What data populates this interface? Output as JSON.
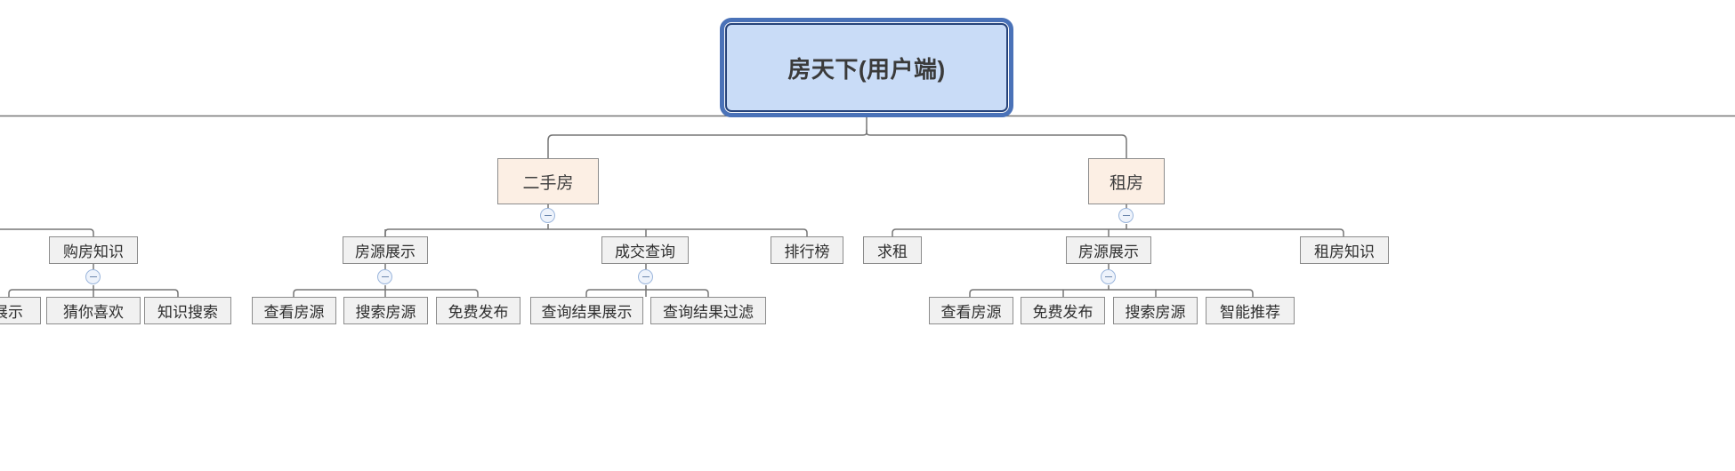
{
  "diagram": {
    "type": "tree-mindmap",
    "title_node": "房天下(用户端)",
    "colors": {
      "root_fill": "#c9dcf7",
      "root_border": "#26437a",
      "root_ring": "#4a72b8",
      "category_fill": "#fcefe4",
      "node_fill": "#f1f1f1",
      "node_border": "#8c8c8c",
      "connector": "#767676",
      "toggle_border": "#9bb6dc",
      "toggle_fill": "#eef3fb"
    },
    "root": {
      "label": "房天下(用户端)"
    },
    "categories": [
      {
        "label": "二手房"
      },
      {
        "label": "租房"
      }
    ],
    "level2": [
      {
        "label": "购房知识"
      },
      {
        "label": "房源展示"
      },
      {
        "label": "成交查询"
      },
      {
        "label": "排行榜"
      },
      {
        "label": "求租"
      },
      {
        "label": "房源展示"
      },
      {
        "label": "租房知识"
      }
    ],
    "leaves": [
      {
        "label": "展示"
      },
      {
        "label": "猜你喜欢"
      },
      {
        "label": "知识搜索"
      },
      {
        "label": "查看房源"
      },
      {
        "label": "搜索房源"
      },
      {
        "label": "免费发布"
      },
      {
        "label": "查询结果展示"
      },
      {
        "label": "查询结果过滤"
      },
      {
        "label": "查看房源"
      },
      {
        "label": "免费发布"
      },
      {
        "label": "搜索房源"
      },
      {
        "label": "智能推荐"
      }
    ],
    "toggles": [
      {
        "name": "toggle-ershoufang",
        "state": "expanded",
        "glyph": "minus"
      },
      {
        "name": "toggle-zufang",
        "state": "expanded",
        "glyph": "minus"
      },
      {
        "name": "toggle-goufangzhishi",
        "state": "expanded",
        "glyph": "minus"
      },
      {
        "name": "toggle-fangyuanzhanshi-sale",
        "state": "expanded",
        "glyph": "minus"
      },
      {
        "name": "toggle-chengjiaochaxun",
        "state": "expanded",
        "glyph": "minus"
      },
      {
        "name": "toggle-fangyuanzhanshi-rent",
        "state": "expanded",
        "glyph": "minus"
      }
    ]
  }
}
